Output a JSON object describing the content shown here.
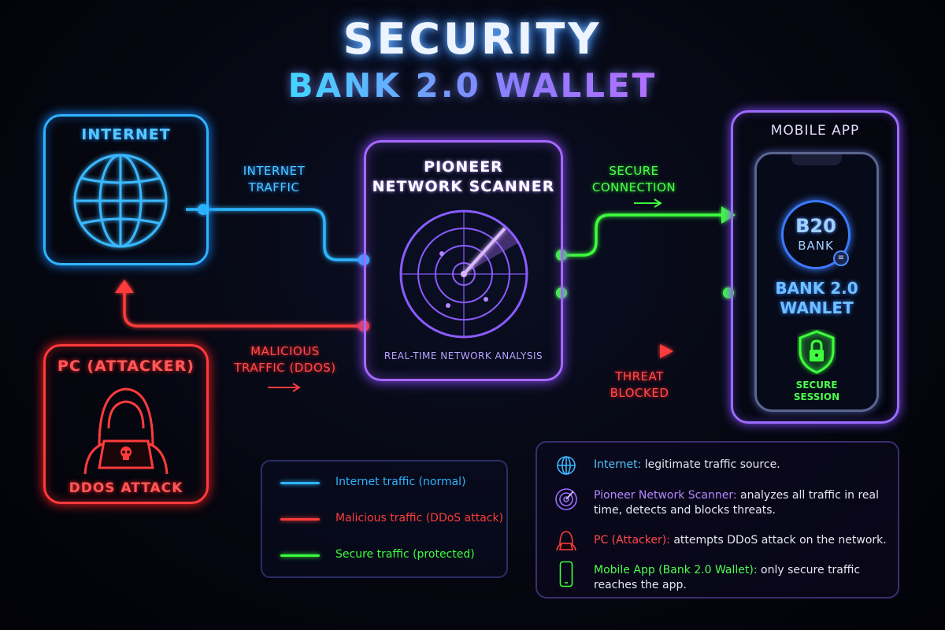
{
  "title": {
    "line1": "SECURITY",
    "line2": "BANK 2.0 WALLET"
  },
  "nodes": {
    "internet": {
      "title": "INTERNET"
    },
    "attacker": {
      "title": "PC (ATTACKER)",
      "caption": "DDOS ATTACK"
    },
    "scanner": {
      "title_line1": "PIONEER",
      "title_line2": "NETWORK SCANNER",
      "caption": "REAL-TIME NETWORK ANALYSIS"
    },
    "mobile": {
      "title": "MOBILE APP",
      "logo_main": "B20",
      "logo_sub": "BANK",
      "wallet_line1": "BANK 2.0",
      "wallet_line2": "WANLET",
      "session_line1": "SECURE",
      "session_line2": "SESSION"
    }
  },
  "flows": {
    "internet": {
      "line1": "INTERNET",
      "line2": "TRAFFIC"
    },
    "malicious": {
      "line1": "MALICIOUS",
      "line2": "TRAFFIC (DDOS)"
    },
    "secure": {
      "line1": "SECURE",
      "line2": "CONNECTION"
    },
    "blocked": {
      "line1": "THREAT",
      "line2": "BLOCKED"
    }
  },
  "legend": [
    {
      "label": "Internet traffic (normal)",
      "color": "#2fb5ff"
    },
    {
      "label": "Malicious traffic (DDoS attack)",
      "color": "#ff3b3b"
    },
    {
      "label": "Secure traffic (protected)",
      "color": "#3dff3d"
    }
  ],
  "info": [
    {
      "icon": "globe-icon",
      "label": "Internet:",
      "text": " legitimate traffic source.",
      "color": "#4fc6ff"
    },
    {
      "icon": "radar-icon",
      "label": "Pioneer Network Scanner:",
      "text": " analyzes all traffic in real time, detects and blocks threats.",
      "color": "#b488ff"
    },
    {
      "icon": "hacker-icon",
      "label": "PC (Attacker):",
      "text": " attempts DDoS attack on the network.",
      "color": "#ff4a4a"
    },
    {
      "icon": "phone-icon",
      "label": "Mobile App (Bank 2.0 Wallet):",
      "text": " only secure traffic reaches the app.",
      "color": "#4dff4d"
    }
  ],
  "colors": {
    "internet": "#2fb5ff",
    "malicious": "#ff3b3b",
    "secure": "#3dff3d",
    "scanner": "#a668ff"
  }
}
